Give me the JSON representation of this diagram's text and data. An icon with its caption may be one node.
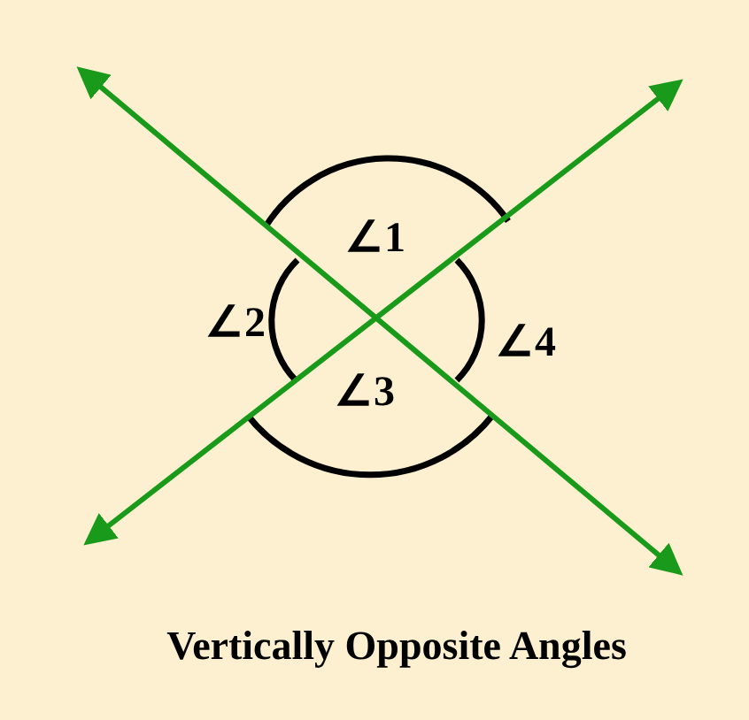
{
  "diagram": {
    "caption": "Vertically Opposite Angles",
    "labels": [
      "∠1",
      "∠2",
      "∠3",
      "∠4"
    ]
  }
}
